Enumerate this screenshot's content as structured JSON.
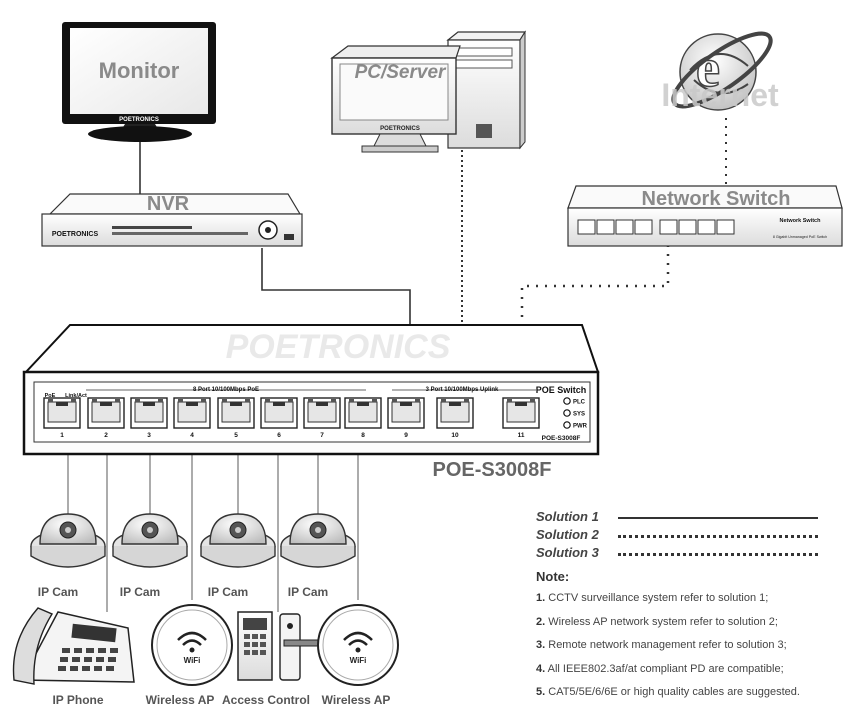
{
  "devices": {
    "monitor": {
      "label": "Monitor",
      "brand": "POETRONICS"
    },
    "pc_server": {
      "label": "PC/Server",
      "brand": "POETRONICS"
    },
    "internet": {
      "label": "Internet"
    },
    "network_switch": {
      "label": "Network Switch",
      "panel_title": "Network Switch",
      "panel_sub": "8 Gigabit Unmanaged PoE Switch"
    },
    "nvr": {
      "label": "NVR",
      "brand": "POETRONICS"
    },
    "poe_switch": {
      "watermark": "POETRONICS",
      "model_caption": "POE-S3008F",
      "panel_title": "POE Switch",
      "panel_model": "POE-S3008F",
      "poe_group": "8 Port 10/100Mbps PoE",
      "uplink_group": "3 Port 10/100Mbps Uplink",
      "poe_led": "PoE",
      "link_led": "Link/Act",
      "leds": [
        "PLC",
        "SYS",
        "PWR"
      ],
      "ports": [
        "1",
        "2",
        "3",
        "4",
        "5",
        "6",
        "7",
        "8",
        "9",
        "10",
        "11"
      ]
    },
    "endpoints": {
      "ip_cam": "IP Cam",
      "ip_phone": "IP Phone",
      "wireless_ap_1": "Wireless AP",
      "access_control": "Access Control",
      "wireless_ap_2": "Wireless AP",
      "wifi_text": "WiFi"
    }
  },
  "legend": {
    "solution1": "Solution 1",
    "solution2": "Solution 2",
    "solution3": "Solution 3"
  },
  "notes": {
    "title": "Note:",
    "items": [
      {
        "num": "1.",
        "text": "CCTV surveillance system refer to solution 1;"
      },
      {
        "num": "2.",
        "text": "Wireless AP network system refer to solution 2;"
      },
      {
        "num": "3.",
        "text": "Remote network management refer to solution 3;"
      },
      {
        "num": "4.",
        "text": "All IEEE802.3af/at compliant PD are compatible;"
      },
      {
        "num": "5.",
        "text": "CAT5/5E/6/6E or high quality cables are suggested."
      }
    ]
  }
}
